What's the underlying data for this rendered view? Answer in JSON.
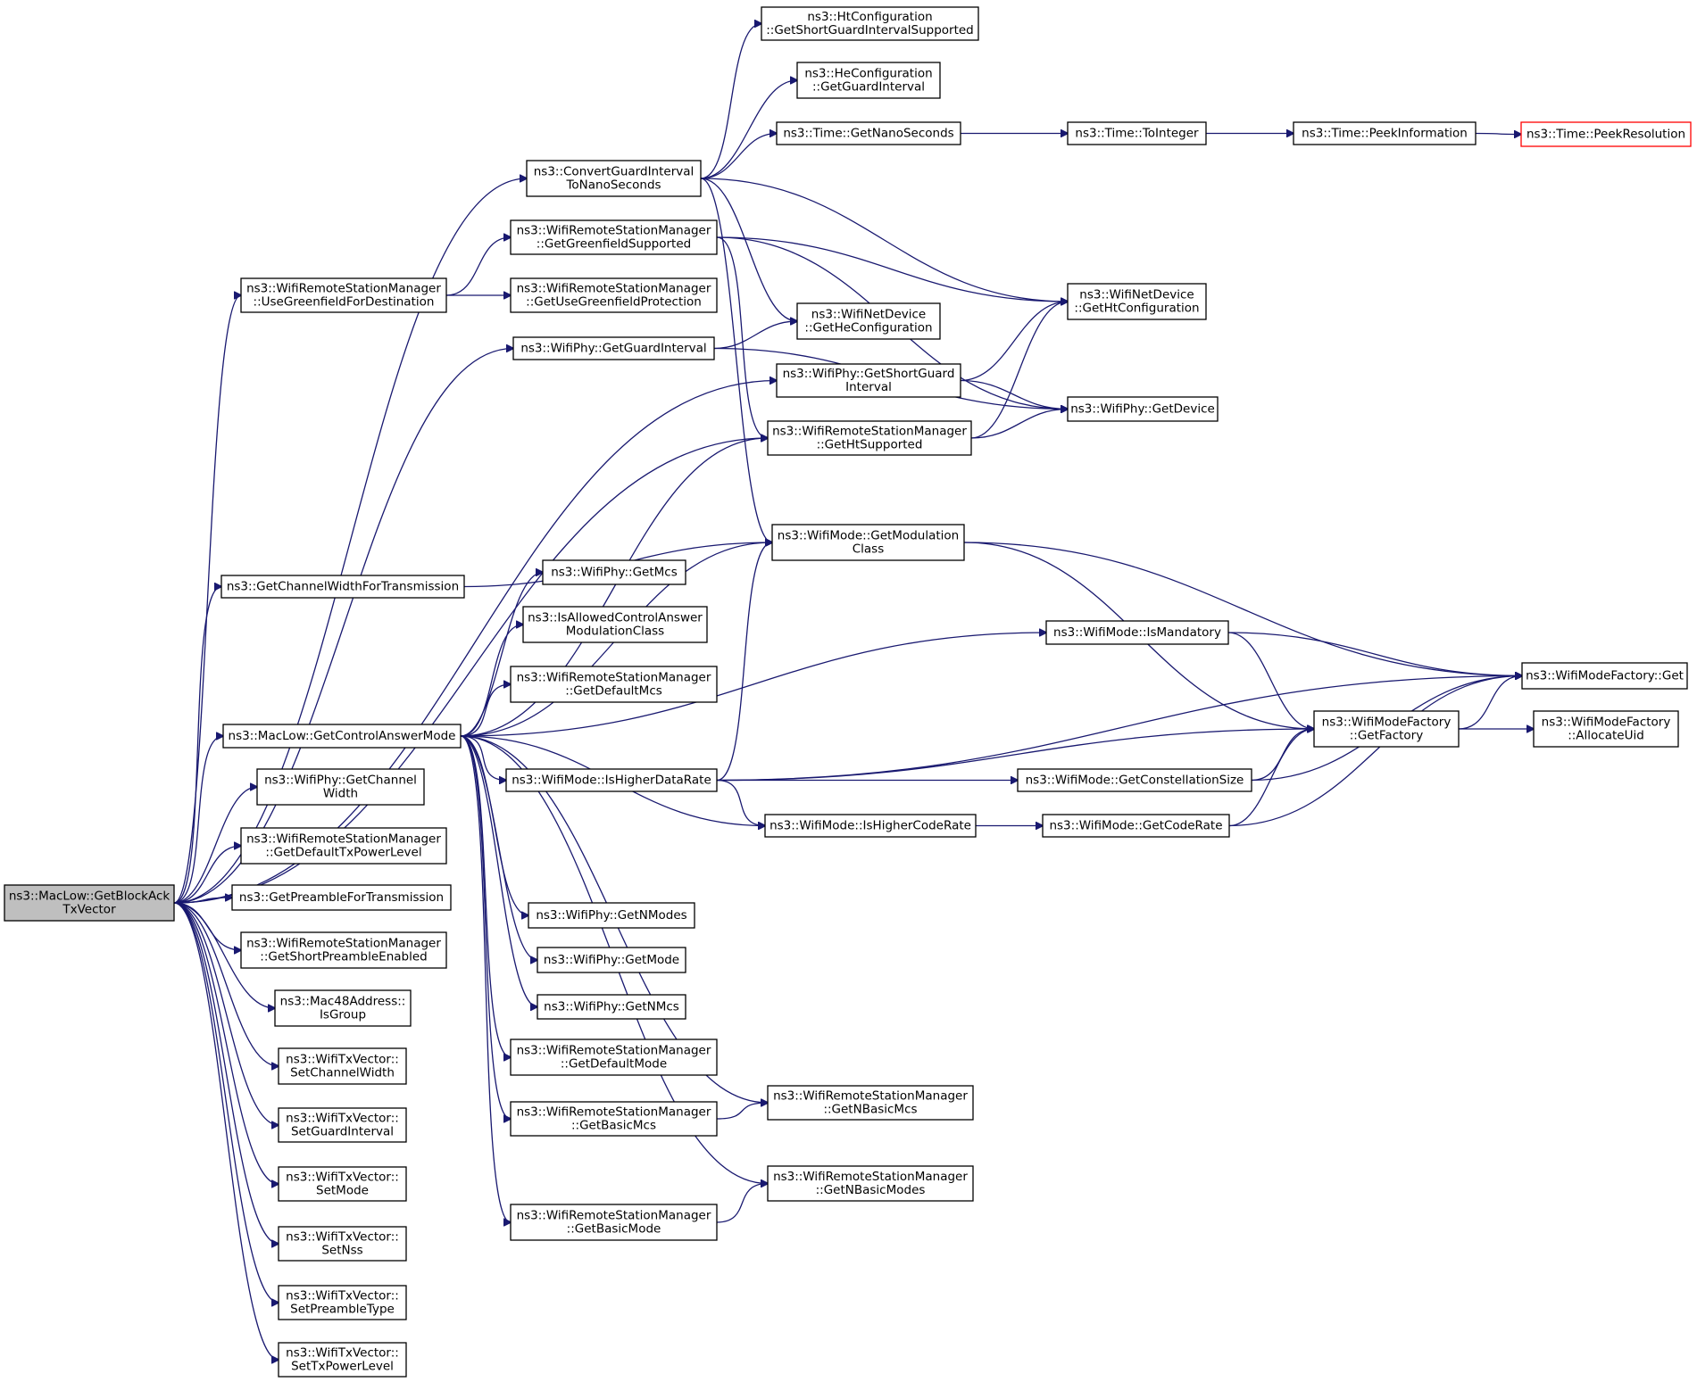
{
  "diagram": {
    "nodes": [
      {
        "id": "root",
        "lines": [
          "ns3::MacLow::GetBlockAck",
          "TxVector"
        ],
        "style": "root"
      },
      {
        "id": "convertGI",
        "lines": [
          "ns3::ConvertGuardInterval",
          "ToNanoSeconds"
        ]
      },
      {
        "id": "htShortGI",
        "lines": [
          "ns3::HtConfiguration",
          "::GetShortGuardIntervalSupported"
        ]
      },
      {
        "id": "heGI",
        "lines": [
          "ns3::HeConfiguration",
          "::GetGuardInterval"
        ]
      },
      {
        "id": "getNano",
        "lines": [
          "ns3::Time::GetNanoSeconds"
        ]
      },
      {
        "id": "toInteger",
        "lines": [
          "ns3::Time::ToInteger"
        ]
      },
      {
        "id": "peekInfo",
        "lines": [
          "ns3::Time::PeekInformation"
        ]
      },
      {
        "id": "peekRes",
        "lines": [
          "ns3::Time::PeekResolution"
        ],
        "style": "red"
      },
      {
        "id": "greenfieldSupp",
        "lines": [
          "ns3::WifiRemoteStationManager",
          "::GetGreenfieldSupported"
        ]
      },
      {
        "id": "useGreenfield",
        "lines": [
          "ns3::WifiRemoteStationManager",
          "::UseGreenfieldForDestination"
        ]
      },
      {
        "id": "useGreenProt",
        "lines": [
          "ns3::WifiRemoteStationManager",
          "::GetUseGreenfieldProtection"
        ]
      },
      {
        "id": "getHtConf",
        "lines": [
          "ns3::WifiNetDevice",
          "::GetHtConfiguration"
        ]
      },
      {
        "id": "getHeConf",
        "lines": [
          "ns3::WifiNetDevice",
          "::GetHeConfiguration"
        ]
      },
      {
        "id": "phyGI",
        "lines": [
          "ns3::WifiPhy::GetGuardInterval"
        ]
      },
      {
        "id": "phyShortGI",
        "lines": [
          "ns3::WifiPhy::GetShortGuard",
          "Interval"
        ]
      },
      {
        "id": "getDevice",
        "lines": [
          "ns3::WifiPhy::GetDevice"
        ]
      },
      {
        "id": "htSupported",
        "lines": [
          "ns3::WifiRemoteStationManager",
          "::GetHtSupported"
        ]
      },
      {
        "id": "modClass",
        "lines": [
          "ns3::WifiMode::GetModulation",
          "Class"
        ]
      },
      {
        "id": "chanWidthTx",
        "lines": [
          "ns3::GetChannelWidthForTransmission"
        ]
      },
      {
        "id": "phyGetMcs",
        "lines": [
          "ns3::WifiPhy::GetMcs"
        ]
      },
      {
        "id": "isAllowed",
        "lines": [
          "ns3::IsAllowedControlAnswer",
          "ModulationClass"
        ]
      },
      {
        "id": "defaultMcs",
        "lines": [
          "ns3::WifiRemoteStationManager",
          "::GetDefaultMcs"
        ]
      },
      {
        "id": "isMandatory",
        "lines": [
          "ns3::WifiMode::IsMandatory"
        ]
      },
      {
        "id": "factoryGet",
        "lines": [
          "ns3::WifiModeFactory::Get"
        ]
      },
      {
        "id": "getFactory",
        "lines": [
          "ns3::WifiModeFactory",
          "::GetFactory"
        ]
      },
      {
        "id": "allocUid",
        "lines": [
          "ns3::WifiModeFactory",
          "::AllocateUid"
        ]
      },
      {
        "id": "ctrlAnswer",
        "lines": [
          "ns3::MacLow::GetControlAnswerMode"
        ]
      },
      {
        "id": "higherDataRate",
        "lines": [
          "ns3::WifiMode::IsHigherDataRate"
        ]
      },
      {
        "id": "constSize",
        "lines": [
          "ns3::WifiMode::GetConstellationSize"
        ]
      },
      {
        "id": "higherCodeRate",
        "lines": [
          "ns3::WifiMode::IsHigherCodeRate"
        ]
      },
      {
        "id": "codeRate",
        "lines": [
          "ns3::WifiMode::GetCodeRate"
        ]
      },
      {
        "id": "phyChanWidth",
        "lines": [
          "ns3::WifiPhy::GetChannel",
          "Width"
        ]
      },
      {
        "id": "defTxPower",
        "lines": [
          "ns3::WifiRemoteStationManager",
          "::GetDefaultTxPowerLevel"
        ]
      },
      {
        "id": "preambleTx",
        "lines": [
          "ns3::GetPreambleForTransmission"
        ]
      },
      {
        "id": "shortPreamble",
        "lines": [
          "ns3::WifiRemoteStationManager",
          "::GetShortPreambleEnabled"
        ]
      },
      {
        "id": "isGroup",
        "lines": [
          "ns3::Mac48Address::",
          "IsGroup"
        ]
      },
      {
        "id": "phyNModes",
        "lines": [
          "ns3::WifiPhy::GetNModes"
        ]
      },
      {
        "id": "phyGetMode",
        "lines": [
          "ns3::WifiPhy::GetMode"
        ]
      },
      {
        "id": "phyNMcs",
        "lines": [
          "ns3::WifiPhy::GetNMcs"
        ]
      },
      {
        "id": "setChanWidth",
        "lines": [
          "ns3::WifiTxVector::",
          "SetChannelWidth"
        ]
      },
      {
        "id": "defaultMode",
        "lines": [
          "ns3::WifiRemoteStationManager",
          "::GetDefaultMode"
        ]
      },
      {
        "id": "setGI",
        "lines": [
          "ns3::WifiTxVector::",
          "SetGuardInterval"
        ]
      },
      {
        "id": "basicMcs",
        "lines": [
          "ns3::WifiRemoteStationManager",
          "::GetBasicMcs"
        ]
      },
      {
        "id": "nBasicMcs",
        "lines": [
          "ns3::WifiRemoteStationManager",
          "::GetNBasicMcs"
        ]
      },
      {
        "id": "setMode",
        "lines": [
          "ns3::WifiTxVector::",
          "SetMode"
        ]
      },
      {
        "id": "nBasicModes",
        "lines": [
          "ns3::WifiRemoteStationManager",
          "::GetNBasicModes"
        ]
      },
      {
        "id": "basicMode",
        "lines": [
          "ns3::WifiRemoteStationManager",
          "::GetBasicMode"
        ]
      },
      {
        "id": "setNss",
        "lines": [
          "ns3::WifiTxVector::",
          "SetNss"
        ]
      },
      {
        "id": "setPreamble",
        "lines": [
          "ns3::WifiTxVector::",
          "SetPreambleType"
        ]
      },
      {
        "id": "setTxPower",
        "lines": [
          "ns3::WifiTxVector::",
          "SetTxPowerLevel"
        ]
      }
    ],
    "edges": [
      [
        "root",
        "convertGI"
      ],
      [
        "root",
        "useGreenfield"
      ],
      [
        "root",
        "phyGI"
      ],
      [
        "root",
        "phyShortGI"
      ],
      [
        "root",
        "htSupported"
      ],
      [
        "root",
        "chanWidthTx"
      ],
      [
        "root",
        "ctrlAnswer"
      ],
      [
        "root",
        "phyChanWidth"
      ],
      [
        "root",
        "defTxPower"
      ],
      [
        "root",
        "preambleTx"
      ],
      [
        "root",
        "shortPreamble"
      ],
      [
        "root",
        "isGroup"
      ],
      [
        "root",
        "setChanWidth"
      ],
      [
        "root",
        "setGI"
      ],
      [
        "root",
        "setMode"
      ],
      [
        "root",
        "setNss"
      ],
      [
        "root",
        "setPreamble"
      ],
      [
        "root",
        "setTxPower"
      ],
      [
        "convertGI",
        "htShortGI"
      ],
      [
        "convertGI",
        "heGI"
      ],
      [
        "convertGI",
        "getNano"
      ],
      [
        "convertGI",
        "getHtConf"
      ],
      [
        "convertGI",
        "getHeConf"
      ],
      [
        "convertGI",
        "modClass"
      ],
      [
        "getNano",
        "toInteger"
      ],
      [
        "toInteger",
        "peekInfo"
      ],
      [
        "peekInfo",
        "peekRes"
      ],
      [
        "useGreenfield",
        "greenfieldSupp"
      ],
      [
        "useGreenfield",
        "useGreenProt"
      ],
      [
        "greenfieldSupp",
        "getHtConf"
      ],
      [
        "greenfieldSupp",
        "getDevice"
      ],
      [
        "greenfieldSupp",
        "htSupported"
      ],
      [
        "phyGI",
        "getHeConf"
      ],
      [
        "phyGI",
        "getDevice"
      ],
      [
        "phyShortGI",
        "getHtConf"
      ],
      [
        "phyShortGI",
        "getDevice"
      ],
      [
        "htSupported",
        "getHtConf"
      ],
      [
        "htSupported",
        "getDevice"
      ],
      [
        "chanWidthTx",
        "modClass"
      ],
      [
        "modClass",
        "factoryGet"
      ],
      [
        "modClass",
        "getFactory"
      ],
      [
        "isMandatory",
        "factoryGet"
      ],
      [
        "isMandatory",
        "getFactory"
      ],
      [
        "getFactory",
        "factoryGet"
      ],
      [
        "getFactory",
        "allocUid"
      ],
      [
        "ctrlAnswer",
        "htSupported"
      ],
      [
        "ctrlAnswer",
        "isMandatory"
      ],
      [
        "ctrlAnswer",
        "modClass"
      ],
      [
        "ctrlAnswer",
        "phyGetMcs"
      ],
      [
        "ctrlAnswer",
        "isAllowed"
      ],
      [
        "ctrlAnswer",
        "defaultMcs"
      ],
      [
        "ctrlAnswer",
        "higherDataRate"
      ],
      [
        "ctrlAnswer",
        "higherCodeRate"
      ],
      [
        "ctrlAnswer",
        "nBasicMcs"
      ],
      [
        "ctrlAnswer",
        "phyNModes"
      ],
      [
        "ctrlAnswer",
        "phyGetMode"
      ],
      [
        "ctrlAnswer",
        "phyNMcs"
      ],
      [
        "ctrlAnswer",
        "defaultMode"
      ],
      [
        "ctrlAnswer",
        "basicMcs"
      ],
      [
        "ctrlAnswer",
        "nBasicModes"
      ],
      [
        "ctrlAnswer",
        "basicMode"
      ],
      [
        "higherDataRate",
        "modClass"
      ],
      [
        "higherDataRate",
        "factoryGet"
      ],
      [
        "higherDataRate",
        "getFactory"
      ],
      [
        "higherDataRate",
        "constSize"
      ],
      [
        "higherDataRate",
        "higherCodeRate"
      ],
      [
        "constSize",
        "factoryGet"
      ],
      [
        "constSize",
        "getFactory"
      ],
      [
        "higherCodeRate",
        "codeRate"
      ],
      [
        "codeRate",
        "factoryGet"
      ],
      [
        "codeRate",
        "getFactory"
      ],
      [
        "basicMcs",
        "nBasicMcs"
      ],
      [
        "basicMode",
        "nBasicModes"
      ]
    ]
  }
}
